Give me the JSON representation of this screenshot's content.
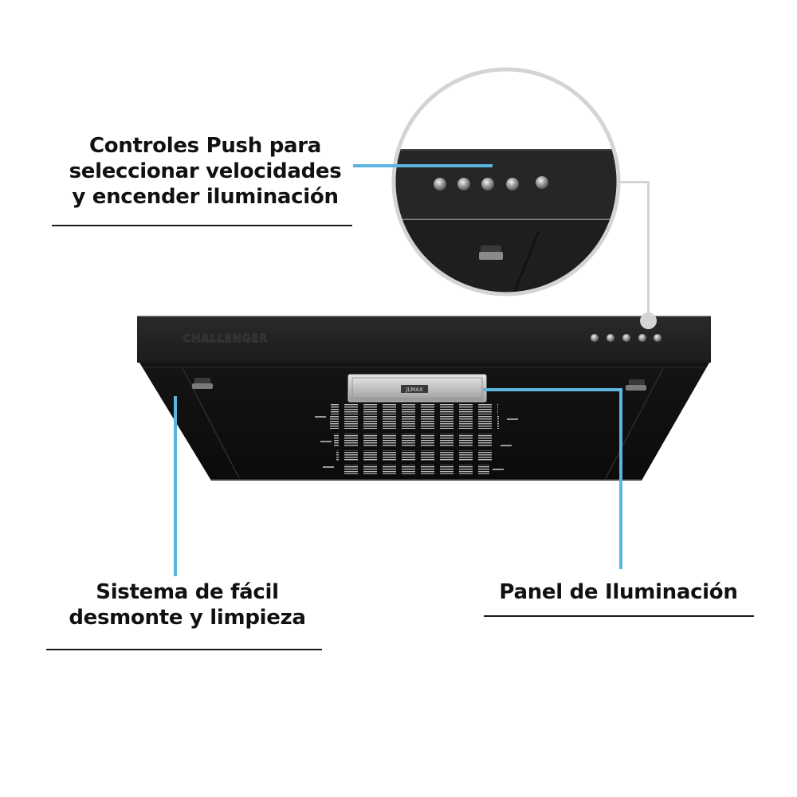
{
  "callouts": {
    "controls": {
      "lines": [
        "Controles Push para",
        "seleccionar velocidades",
        "y encender iluminación"
      ]
    },
    "cleaning": {
      "lines": [
        "Sistema de fácil",
        "desmonte y limpieza"
      ]
    },
    "lighting": {
      "lines": [
        "Panel de Iluminación"
      ]
    }
  },
  "product": {
    "brand_logo_text": "CHALLENGER",
    "light_panel_badge": "JLMAX",
    "push_button_count": 5
  },
  "colors": {
    "callout_line": "#5ab6e0",
    "zoom_ring": "#d4d4d4",
    "hood_body": "#1b1b1b",
    "text": "#111111"
  }
}
